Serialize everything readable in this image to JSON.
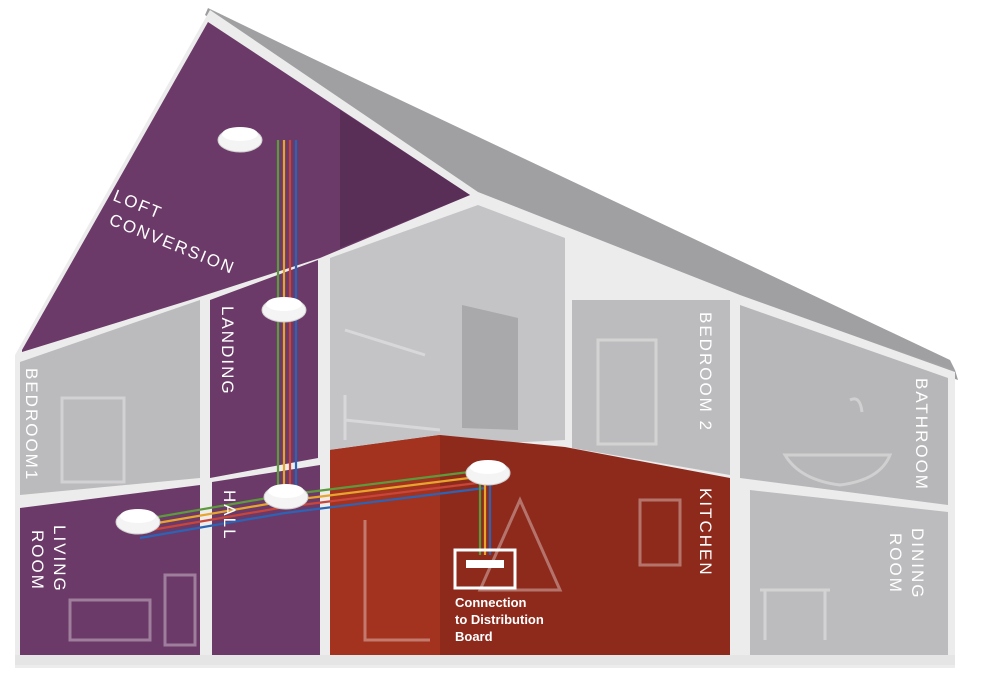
{
  "rooms": {
    "loft_line1": "LOFT",
    "loft_line2": "CONVERSION",
    "landing": "LANDING",
    "bedroom1": "BEDROOM1",
    "living_line1": "LIVING",
    "living_line2": "ROOM",
    "hall": "HALL",
    "kitchen": "KITCHEN",
    "bedroom2": "BEDROOM 2",
    "bathroom": "BATHROOM",
    "dining_line1": "DINING",
    "dining_line2": "ROOM"
  },
  "caption": {
    "line1": "Connection",
    "line2": "to Distribution",
    "line3": "Board"
  },
  "colors": {
    "purple": "#6b3a68",
    "kitchen_red": "#8e2a1c",
    "grey_room": "#b9b9bb",
    "wall": "#e9e9ea",
    "roof": "#9a9a9c",
    "wire_green": "#5c9a3c",
    "wire_blue": "#2c63b5",
    "wire_orange": "#e7a52d",
    "wire_red": "#c9453a"
  },
  "icons": [
    "smoke-alarm-icon",
    "distribution-board-icon"
  ]
}
